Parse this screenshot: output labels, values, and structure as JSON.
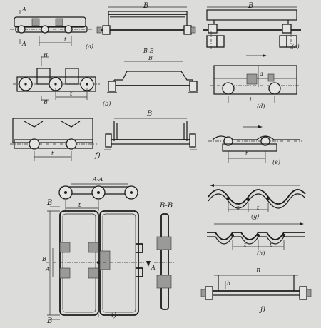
{
  "panel_labels": {
    "a": "(a)",
    "b": "(b)",
    "c": "(c)",
    "d": "(d)",
    "e": "(e)",
    "f": "f)",
    "g": "(g)",
    "h": "(h)",
    "i": "i)",
    "j": "j)"
  },
  "dimensions": {
    "a_top": "A",
    "a_bottom": "A",
    "a_pitch": "t",
    "a_section_width": "B",
    "b_top": "B",
    "b_bottom": "B",
    "b_pitch": "t",
    "b_section_title": "B-B",
    "b_section_width": "B",
    "c_width": "B",
    "d_pitch": "t",
    "e_pitch": "t",
    "f_pitch": "t",
    "f_section_width": "B",
    "g_pitch_1": "t",
    "g_pitch_2": "t",
    "h_pitch_1": "t",
    "h_pitch_2": "t",
    "i_section_aa": "A-A",
    "i_pitch": "t",
    "i_width_top": "B",
    "i_width_bottom": "B",
    "i_height": "B",
    "i_marker_left": "A",
    "i_marker_right": "A",
    "i_section_bb": "B-B",
    "j_width": "B",
    "j_h": "h"
  }
}
